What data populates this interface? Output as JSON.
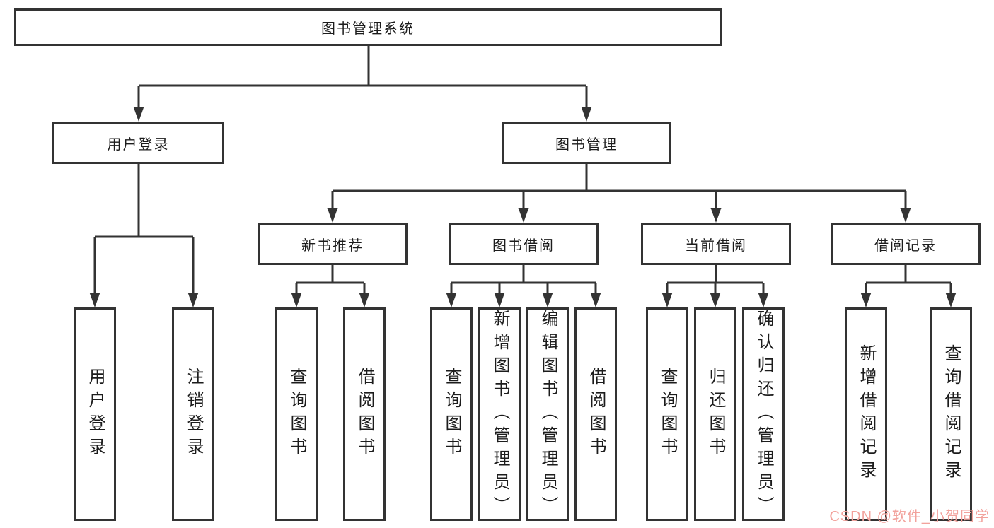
{
  "tree": {
    "label": "图书管理系统",
    "children": [
      {
        "label": "用户登录",
        "children": [
          {
            "label": "用户登录"
          },
          {
            "label": "注销登录"
          }
        ]
      },
      {
        "label": "图书管理",
        "children": [
          {
            "label": "新书推荐",
            "children": [
              {
                "label": "查询图书"
              },
              {
                "label": "借阅图书"
              }
            ]
          },
          {
            "label": "图书借阅",
            "children": [
              {
                "label": "查询图书"
              },
              {
                "label": "新增图书（管理员）"
              },
              {
                "label": "编辑图书（管理员）"
              },
              {
                "label": "借阅图书"
              }
            ]
          },
          {
            "label": "当前借阅",
            "children": [
              {
                "label": "查询图书"
              },
              {
                "label": "归还图书"
              },
              {
                "label": "确认归还（管理员）"
              }
            ]
          },
          {
            "label": "借阅记录",
            "children": [
              {
                "label": "新增借阅记录"
              },
              {
                "label": "查询借阅记录"
              }
            ]
          }
        ]
      }
    ]
  },
  "watermark": {
    "text": "CSDN @软件_小贺同学",
    "color": "#f2a29c"
  },
  "colors": {
    "line": "#333333",
    "box_border": "#333333",
    "text": "#1c1c1c",
    "background": "#ffffff"
  }
}
